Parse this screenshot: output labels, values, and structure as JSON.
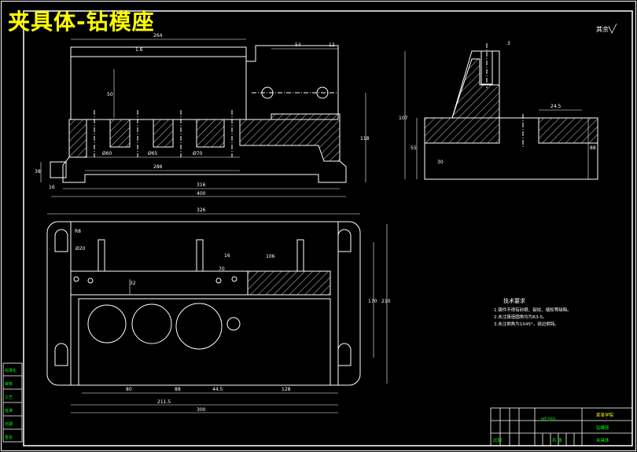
{
  "drawing": {
    "title": "夹具体-钻模座",
    "roughness_note": "其余",
    "colors": {
      "background": "#000000",
      "outline": "#ffffff",
      "dimension": "#ffffff",
      "hatch": "#ffffff",
      "title_text": "#ffff00",
      "table_text": "#00ff00",
      "frame": "#ffffff"
    }
  },
  "front_view": {
    "dims": {
      "top_length": "264",
      "right_offset": "54",
      "small_gap": "12",
      "height_50": "50",
      "dia_60": "Ø60",
      "dia_65": "Ø65",
      "dia_70": "Ø70",
      "span_286": "286",
      "total_316": "316",
      "overall_400": "400",
      "right_height_118": "118",
      "left_step_16": "16",
      "left_height_38": "38",
      "roughness_16": "1.6"
    }
  },
  "side_view": {
    "dims": {
      "top_3": "3",
      "width_24_5": "24.5",
      "height_107": "107",
      "height_55": "55",
      "height_30": "30",
      "height_88": "88"
    }
  },
  "top_view": {
    "dims": {
      "width_326": "326",
      "r8": "R8",
      "r20": "Ø20",
      "hole_16": "16",
      "slot_70": "70",
      "width_106": "106",
      "height_32": "32",
      "d_80": "80",
      "d_88": "88",
      "d_44_5": "44.5",
      "d_128": "128",
      "d_211_5": "211.5",
      "d_300": "300",
      "h_170": "170",
      "h_210": "210"
    }
  },
  "notes": {
    "heading": "技术要求",
    "lines": [
      "1.铸件不得有砂眼、裂纹、缩松等缺陷。",
      "2.未注铸造圆角均为R3-5。",
      "3.未注倒角为1X45°，锐边倒钝。"
    ]
  },
  "title_block": {
    "part_name": "夹具体",
    "material": "HT200",
    "drawing_no": "钻模座",
    "school": "某某学院",
    "scale_label": "比例",
    "sheet_label": "共 张"
  },
  "left_strip": {
    "cells": [
      "标准化",
      "审核",
      "工艺",
      "批准",
      "日期",
      "签名"
    ]
  }
}
